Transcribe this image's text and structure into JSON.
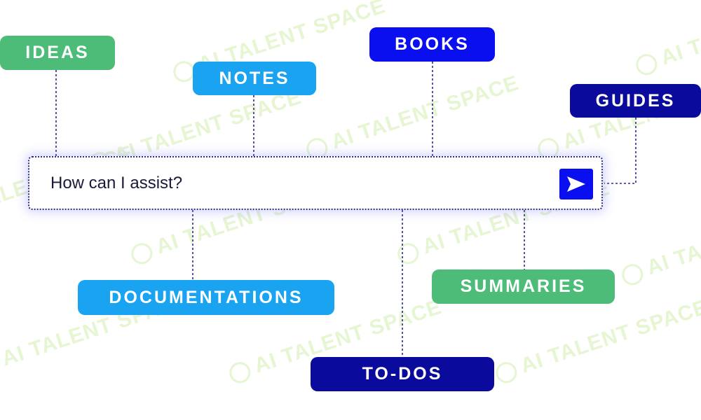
{
  "watermark": {
    "text": "AI TALENT SPACE",
    "color": "#e6f5d2"
  },
  "search": {
    "placeholder": "How can I assist?",
    "send_icon": "send-arrow-icon"
  },
  "tags": {
    "ideas": {
      "label": "IDEAS",
      "color": "#4cbc78"
    },
    "notes": {
      "label": "NOTES",
      "color": "#1aa3f0"
    },
    "books": {
      "label": "BOOKS",
      "color": "#0a0ff0"
    },
    "guides": {
      "label": "GUIDES",
      "color": "#0a0a9c"
    },
    "documentations": {
      "label": "DOCUMENTATIONS",
      "color": "#1aa3f0"
    },
    "summaries": {
      "label": "SUMMARIES",
      "color": "#4cbc78"
    },
    "todos": {
      "label": "TO-DOS",
      "color": "#0a0a9c"
    }
  },
  "colors": {
    "connector": "#2b2b8f",
    "send_button": "#0a0ff0",
    "input_border": "#2b2b8f"
  }
}
